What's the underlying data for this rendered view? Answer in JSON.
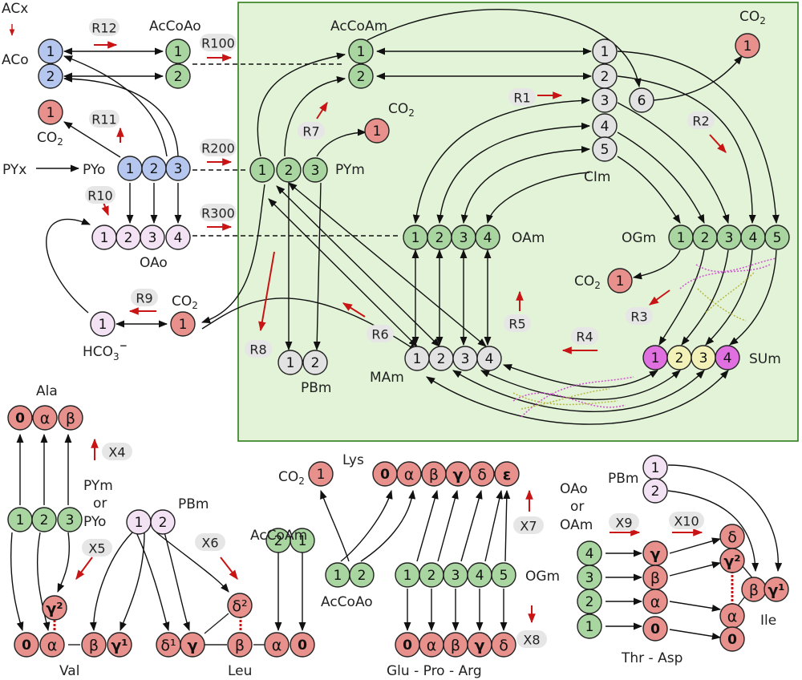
{
  "colors": {
    "mito_bg": "#e2f3d8",
    "mito_border": "#2f7d1a",
    "blue": "#b5c7ef",
    "green": "#a9d5a0",
    "gray": "#e2e2e2",
    "pink": "#f3e2f3",
    "red": "#e7908c",
    "magenta": "#e070e0",
    "yellow": "#f2f2b8",
    "label_bg": "#e6e6e6",
    "red_arrow": "#c81414"
  },
  "labels": {
    "ACx": "ACx",
    "ACo": "ACo",
    "AcCoAo": "AcCoAo",
    "AcCoAm": "AcCoAm",
    "CO2": "CO",
    "PYx": "PYx",
    "PYo": "PYo",
    "PYm": "PYm",
    "OAo": "OAo",
    "OAm": "OAm",
    "CIm": "CIm",
    "OGm": "OGm",
    "SUm": "SUm",
    "MAm": "MAm",
    "PBm": "PBm",
    "HCO3": "HCO",
    "Ala": "Ala",
    "Val": "Val",
    "Leu": "Leu",
    "Lys": "Lys",
    "Ile": "Ile",
    "GluProArg": "Glu - Pro - Arg",
    "ThrAsp": "Thr - Asp",
    "pym_or_pyo": [
      "PYm",
      "or",
      "PYo"
    ],
    "oao_or_oam": [
      "OAo",
      "or",
      "OAm"
    ]
  },
  "reactions": {
    "R12": "R12",
    "R100": "R100",
    "R11": "R11",
    "R200": "R200",
    "R10": "R10",
    "R300": "R300",
    "R9": "R9",
    "R1": "R1",
    "R2": "R2",
    "R3": "R3",
    "R4": "R4",
    "R5": "R5",
    "R6": "R6",
    "R7": "R7",
    "R8": "R8",
    "X4": "X4",
    "X5": "X5",
    "X6": "X6",
    "X7": "X7",
    "X8": "X8",
    "X9": "X9",
    "X10": "X10"
  },
  "nums": {
    "n0": "0",
    "n1": "1",
    "n2": "2",
    "n3": "3",
    "n4": "4",
    "n5": "5",
    "n6": "6"
  },
  "greek": {
    "alpha": "α",
    "beta": "β",
    "gamma": "γ",
    "delta": "δ",
    "epsilon": "ε",
    "gamma1": "γ¹",
    "gamma2": "γ²",
    "delta1": "δ¹",
    "delta2": "δ²"
  }
}
